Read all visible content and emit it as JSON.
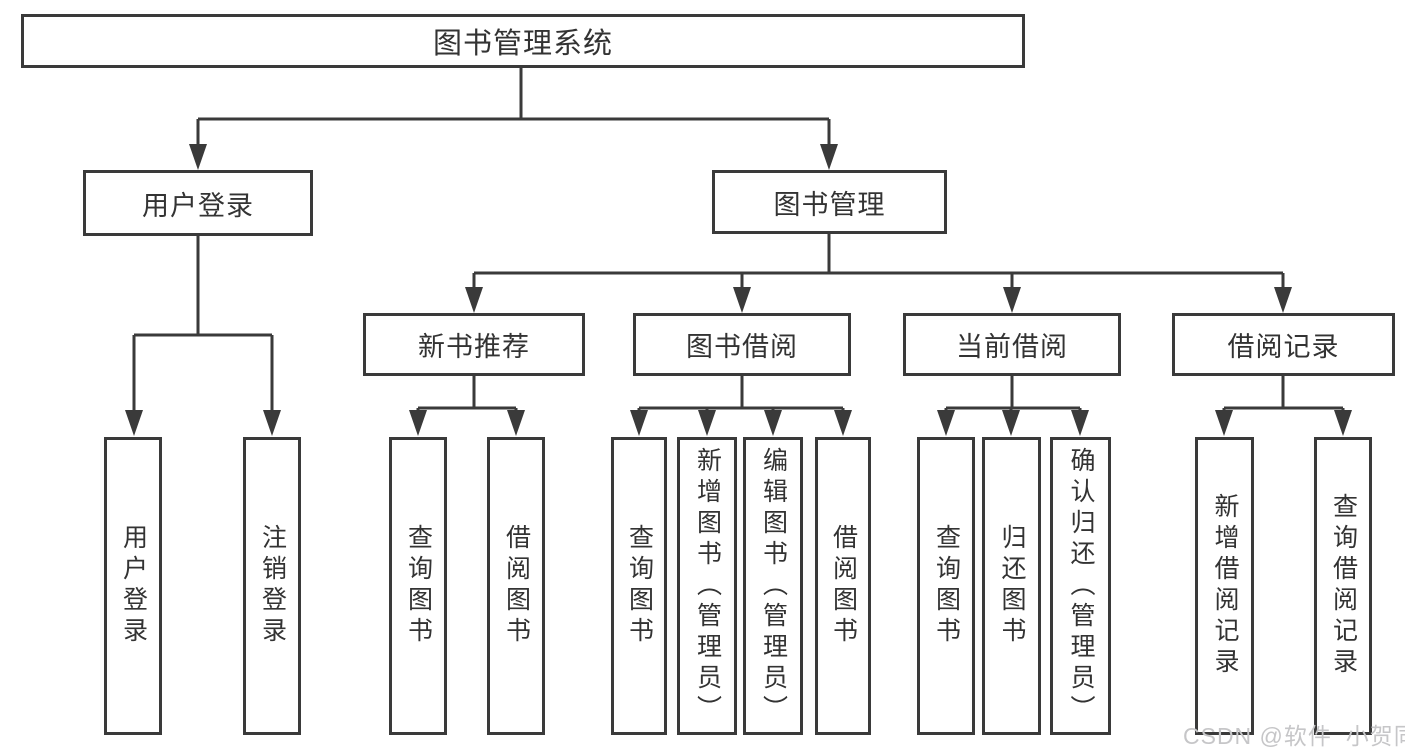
{
  "tree": {
    "label": "图书管理系统",
    "children": [
      {
        "label": "用户登录",
        "children": [
          {
            "label": "用户登录"
          },
          {
            "label": "注销登录"
          }
        ]
      },
      {
        "label": "图书管理",
        "children": [
          {
            "label": "新书推荐",
            "children": [
              {
                "label": "查询图书"
              },
              {
                "label": "借阅图书"
              }
            ]
          },
          {
            "label": "图书借阅",
            "children": [
              {
                "label": "查询图书"
              },
              {
                "label": "新增图书（管理员）"
              },
              {
                "label": "编辑图书（管理员）"
              },
              {
                "label": "借阅图书"
              }
            ]
          },
          {
            "label": "当前借阅",
            "children": [
              {
                "label": "查询图书"
              },
              {
                "label": "归还图书"
              },
              {
                "label": "确认归还（管理员）"
              }
            ]
          },
          {
            "label": "借阅记录",
            "children": [
              {
                "label": "新增借阅记录"
              },
              {
                "label": "查询借阅记录"
              }
            ]
          }
        ]
      }
    ]
  },
  "watermark": {
    "text": "CSDN @软件_小贺同学"
  },
  "colors": {
    "line": "#3a3a3a",
    "text": "#333333",
    "background": "#ffffff",
    "watermark": "#c6c6c8"
  }
}
